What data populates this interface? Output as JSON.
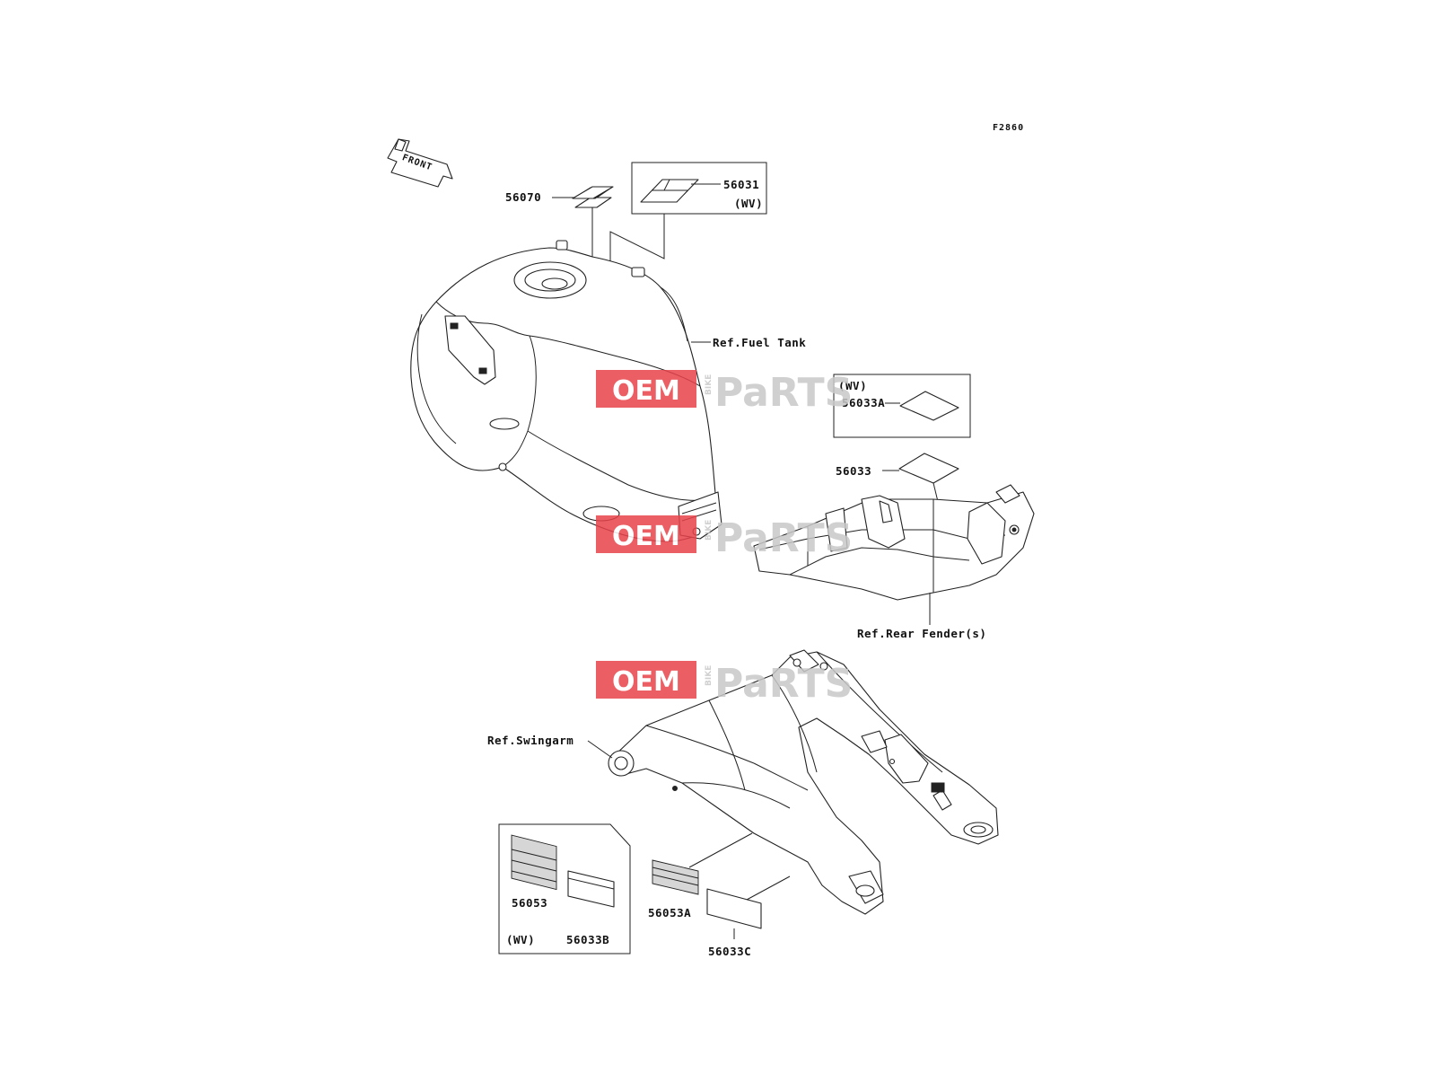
{
  "diagram": {
    "figure_code": "F2860",
    "front_arrow_label": "FRONT",
    "labels": {
      "p56070": "56070",
      "p56031": "56031",
      "p56031_note": "(WV)",
      "ref_fuel_tank": "Ref.Fuel Tank",
      "p56033a_note": "(WV)",
      "p56033a": "56033A",
      "p56033": "56033",
      "ref_rear_fender": "Ref.Rear Fender(s)",
      "ref_swingarm": "Ref.Swingarm",
      "p56053": "56053",
      "p56033b": "56033B",
      "p56053_note": "(WV)",
      "p56053a": "56053A",
      "p56033c": "56033C"
    }
  },
  "watermark": {
    "left": "OEM",
    "small": "BIKE",
    "right": "PaRTS",
    "accent_color": "#e8424a",
    "ghost_color": "#c8c8c8"
  }
}
